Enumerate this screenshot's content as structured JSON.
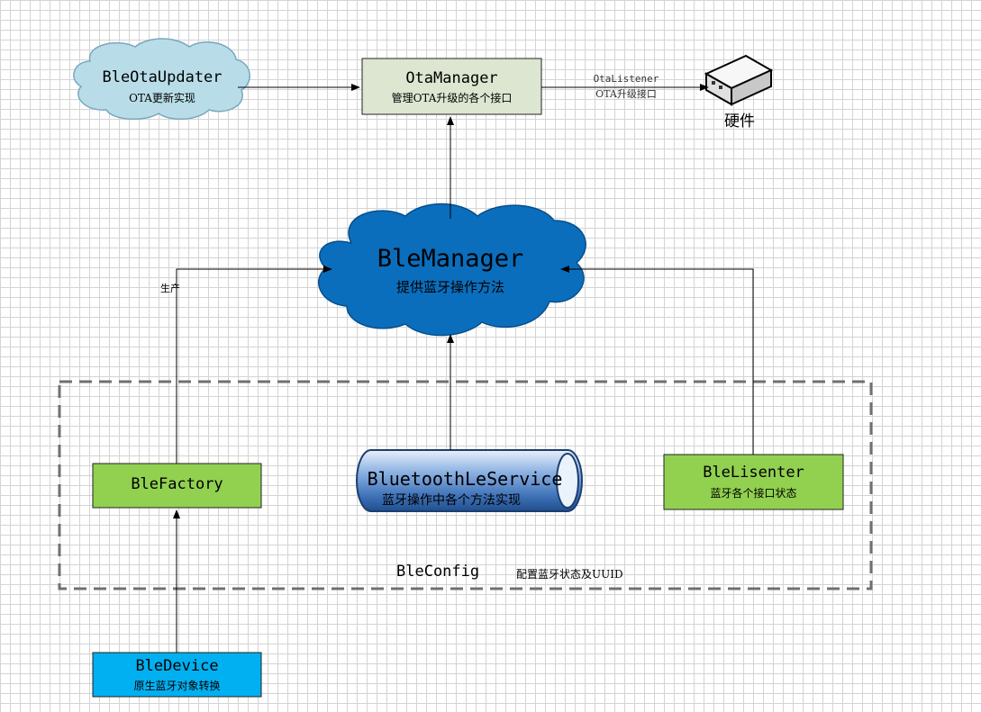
{
  "nodes": {
    "ble_ota_updater": {
      "title": "BleOtaUpdater",
      "subtitle": "OTA更新实现"
    },
    "ota_manager": {
      "title": "OtaManager",
      "subtitle": "管理OTA升级的各个接口"
    },
    "hardware": {
      "label": "硬件"
    },
    "ble_manager": {
      "title": "BleManager",
      "subtitle": "提供蓝牙操作方法"
    },
    "ble_factory": {
      "title": "BleFactory"
    },
    "bluetooth_le_service": {
      "title": "BluetoothLeService",
      "subtitle": "蓝牙操作中各个方法实现"
    },
    "ble_lisenter": {
      "title": "BleLisenter",
      "subtitle": "蓝牙各个接口状态"
    },
    "ble_config": {
      "title": "BleConfig",
      "subtitle": "配置蓝牙状态及UUID"
    },
    "ble_device": {
      "title": "BleDevice",
      "subtitle": "原生蓝牙对象转换"
    }
  },
  "edges": {
    "ota_listener": {
      "line1": "OtaListener",
      "line2": "OTA升级接口"
    },
    "factory_produce": {
      "label": "生产"
    }
  },
  "colors": {
    "cloud_light": "#b8dde8",
    "cloud_dark": "#0a6ebd",
    "ota_box": "#dce6d0",
    "green_box": "#92d050",
    "device_box": "#00b0f0",
    "cylinder": "#6c9cd6"
  }
}
